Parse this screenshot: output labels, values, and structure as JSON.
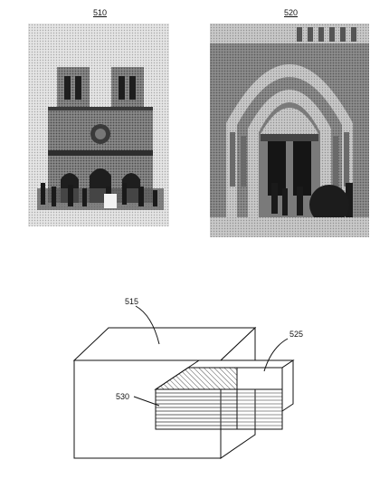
{
  "figure": {
    "label_510": "510",
    "label_520": "520",
    "label_515": "515",
    "label_525": "525",
    "label_530": "530"
  },
  "colors": {
    "line": "#111111",
    "photo_dark": "#2a2a2a",
    "photo_mid": "#8a8a8a",
    "photo_light": "#d9d9d9"
  }
}
